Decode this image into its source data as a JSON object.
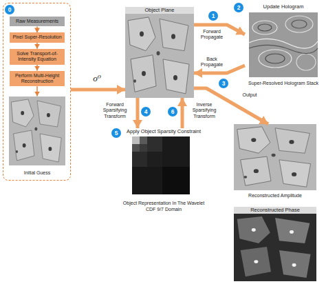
{
  "diagram": {
    "nodes": [
      {
        "text": [
          "0"
        ]
      },
      {
        "text": [
          "Raw Measurements"
        ],
        "in": 0
      },
      {
        "text": [
          "Pixel Super-Resolution"
        ],
        "in": 0
      },
      {
        "text": [
          "Solve Transport-of-Intensity Equation"
        ],
        "in": 0
      },
      {
        "text": [
          "Perform Multi-Height Reconstruction"
        ],
        "in": 0
      },
      {
        "text": [
          "Initial Guess"
        ],
        "in": 0
      },
      {
        "text": [
          "Object Plane"
        ]
      },
      {
        "text": [
          "Update Hologram",
          "Super-Resolved Hologram Stack"
        ]
      },
      {
        "text": [
          "Apply Object Sparsity Constraint",
          "Object Representation In The Wavelet CDF 9/7 Domain"
        ]
      },
      {
        "text": [
          "Reconstructed Amplitude"
        ]
      },
      {
        "text": [
          "Reconstructed Phase"
        ]
      }
    ],
    "edges": [
      {
        "from": 1,
        "to": 2,
        "arrow": "to"
      },
      {
        "from": 2,
        "to": 3,
        "arrow": "to"
      },
      {
        "from": 3,
        "to": 4,
        "arrow": "to"
      },
      {
        "from": 4,
        "to": 5,
        "arrow": "to"
      },
      {
        "from": 0,
        "to": 6,
        "label": "o⁰",
        "arrow": "to"
      },
      {
        "from": 6,
        "to": 7,
        "label": "Forward Propagate",
        "arrow": "to"
      },
      {
        "from": 7,
        "to": 6,
        "label": "Back Propagate",
        "arrow": "to"
      },
      {
        "from": 6,
        "to": 8,
        "label": "Forward Sparsifying Transform",
        "arrow": "to"
      },
      {
        "from": 8,
        "to": 6,
        "label": "Inverse Sparsifying Transform",
        "arrow": "to"
      },
      {
        "from": 6,
        "to": 9,
        "label": "Output",
        "arrow": "to"
      }
    ],
    "labels": [
      "1",
      "2",
      "3",
      "4",
      "5",
      "6"
    ]
  }
}
